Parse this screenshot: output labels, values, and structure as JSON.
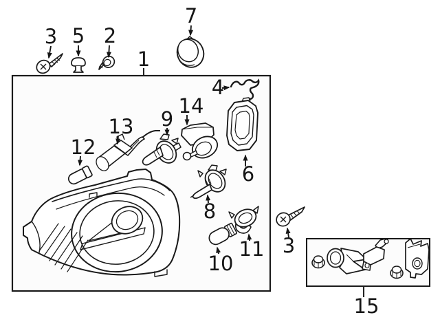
{
  "figure": {
    "type": "exploded-parts-diagram",
    "subject": "headlamp-assembly"
  },
  "colors": {
    "line": "#1a1a1a",
    "background": "#ffffff",
    "panel_fill": "#fcfcfc"
  },
  "callouts": [
    {
      "id": "screw-top",
      "label": "3"
    },
    {
      "id": "clip",
      "label": "5"
    },
    {
      "id": "bolt",
      "label": "2"
    },
    {
      "id": "headlamp-assembly",
      "label": "1"
    },
    {
      "id": "retainer-ring",
      "label": "7"
    },
    {
      "id": "wire",
      "label": "4"
    },
    {
      "id": "leveling-motor",
      "label": "14"
    },
    {
      "id": "headlamp-bulb",
      "label": "9"
    },
    {
      "id": "bulb-socket-strip",
      "label": "13"
    },
    {
      "id": "wedge-bulb",
      "label": "12"
    },
    {
      "id": "low-beam-bulb",
      "label": "8"
    },
    {
      "id": "seal",
      "label": "6"
    },
    {
      "id": "signal-bulb",
      "label": "10"
    },
    {
      "id": "bulb-socket",
      "label": "11"
    },
    {
      "id": "screw-right",
      "label": "3"
    },
    {
      "id": "bracket-kit",
      "label": "15"
    }
  ]
}
